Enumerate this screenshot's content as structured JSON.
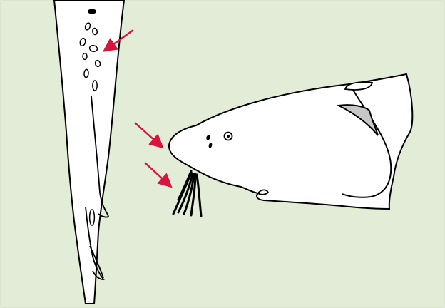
{
  "figure": {
    "background_color": "#e2ecd6",
    "border_color": "#cfdcc2",
    "outline_color": "#000000",
    "fill_color": "#ffffff",
    "fin_color": "#c7c7c7",
    "arrow_color": "#d7143c",
    "panels": [
      {
        "subject": "ventral-surface-with-pores",
        "arrows": 1
      },
      {
        "subject": "head-with-barbels-side-view",
        "arrows": 2
      }
    ]
  }
}
